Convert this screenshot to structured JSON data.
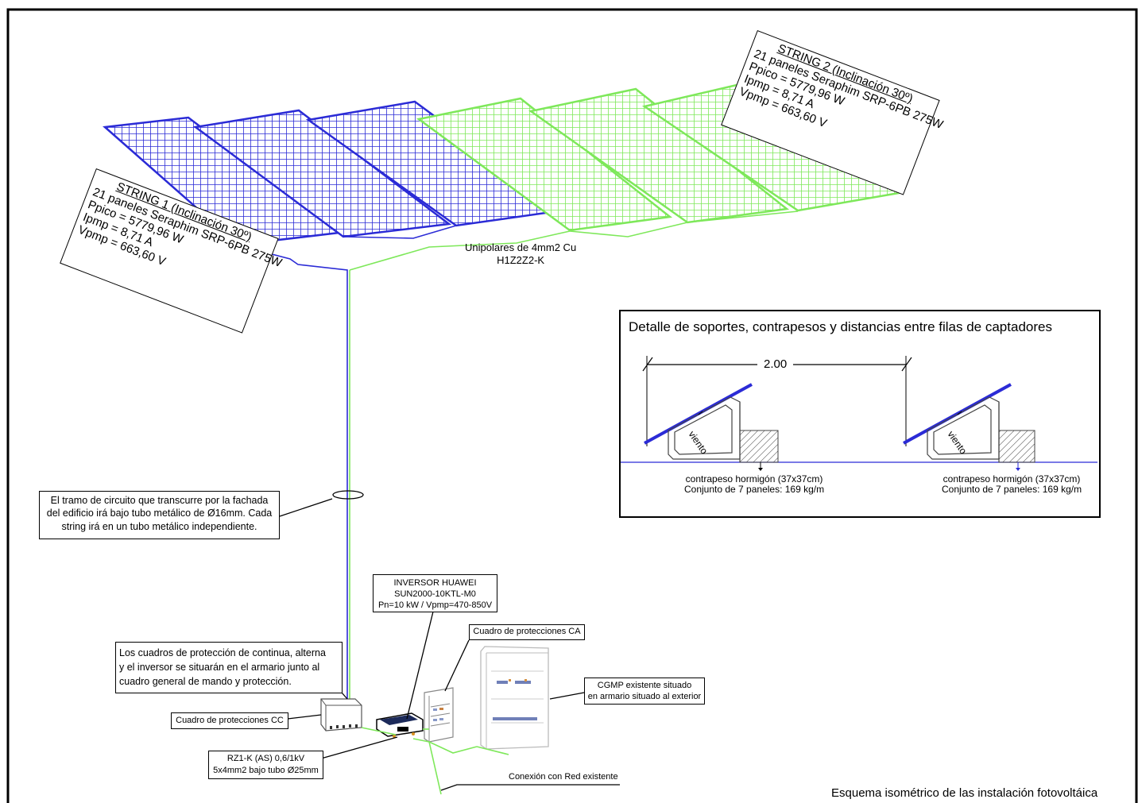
{
  "string1": {
    "title": "STRING 1 (Inclinación 30º)",
    "line1": "21 paneles Seraphim SRP-6PB 275W",
    "line2": "Ppico = 5779,96 W",
    "line3": "Ipmp = 8,71 A",
    "line4": "Vpmp = 663,60 V"
  },
  "string2": {
    "title": "STRING 2 (Inclinación 30º)",
    "line1": "21 paneles Seraphim SRP-6PB 275W",
    "line2": "Ppico = 5779,96 W",
    "line3": "Ipmp = 8,71 A",
    "line4": "Vpmp = 663,60 V"
  },
  "cable_label": {
    "line1": "Unipolares de 4mm2 Cu",
    "line2": "H1Z2Z2-K"
  },
  "facade_note": {
    "line1": "El tramo de circuito que transcurre por la fachada",
    "line2": "del edificio irá bajo tubo metálico de Ø16mm. Cada",
    "line3": "string irá en un tubo metálico independiente."
  },
  "inverter": {
    "line1": "INVERSOR HUAWEI",
    "line2": "SUN2000-10KTL-M0",
    "line3": "Pn=10 kW / Vpmp=470-850V"
  },
  "cabinet_note": {
    "line1": "Los cuadros de protección de continua, alterna",
    "line2": "y el inversor se situarán en el armario junto al",
    "line3": "cuadro general de mando y protección."
  },
  "ca_label": "Cuadro de protecciones CA",
  "cc_label": "Cuadro de protecciones CC",
  "cgmp": {
    "line1": "CGMP existente situado",
    "line2": "en armario situado al exterior"
  },
  "rz1k": {
    "line1": "RZ1-K (AS) 0,6/1kV",
    "line2": "5x4mm2 bajo tubo Ø25mm"
  },
  "grid_label": "Conexión con Red existente",
  "caption": "Esquema isométrico de las instalación fotovoltáica",
  "detail": {
    "title": "Detalle de soportes, contrapesos y distancias entre filas de captadores",
    "distance": "2.00",
    "wind": "viento",
    "counterweight_label": "contrapeso hormigón (37x37cm)",
    "load_label": "Conjunto de 7 paneles: 169 kg/m"
  },
  "colors": {
    "string1": "#2b2bd6",
    "string2": "#7ee85a",
    "frame": "#000000"
  }
}
